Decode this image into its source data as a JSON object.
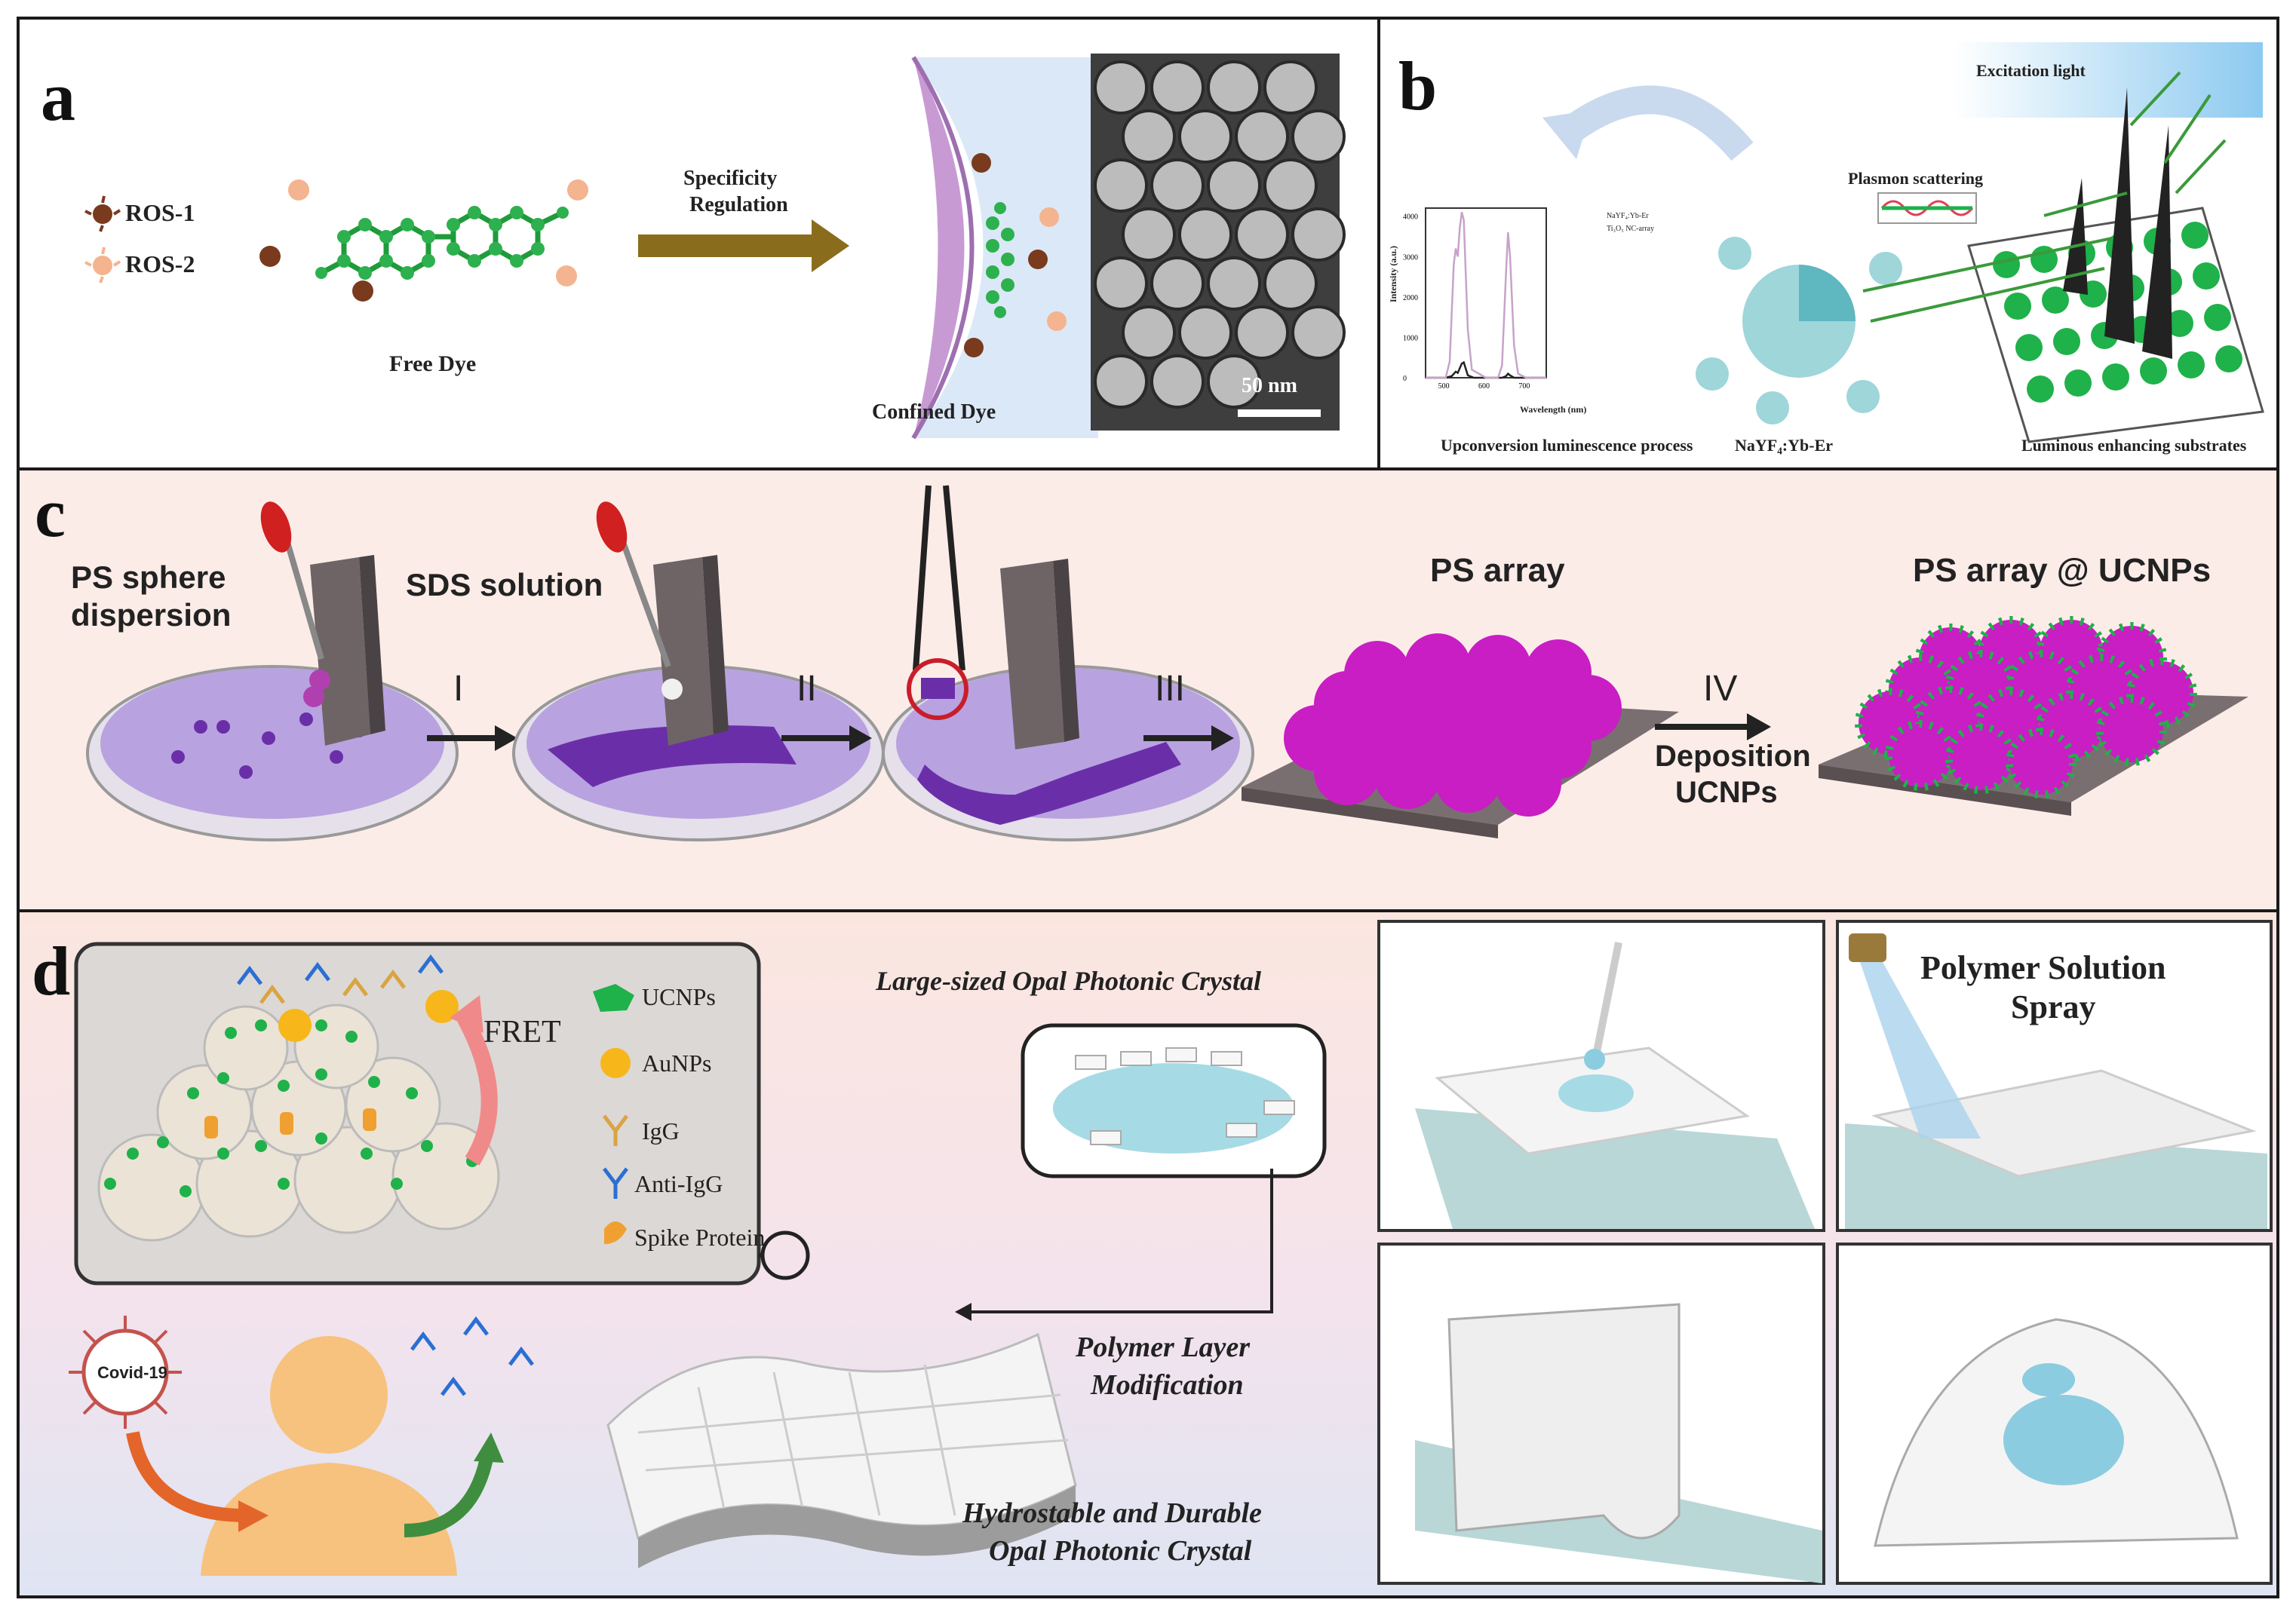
{
  "panel_a": {
    "letter": "a",
    "legend": [
      "ROS-1",
      "ROS-2"
    ],
    "free_dye": "Free Dye",
    "arrow_label_1": "Specificity",
    "arrow_label_2": "Regulation",
    "confined_dye": "Confined Dye",
    "scale_bar": "50 nm"
  },
  "panel_b": {
    "letter": "b",
    "excitation": "Excitation light",
    "plasmon": "Plasmon scattering",
    "caption_left": "Upconversion luminescence process",
    "caption_mid": "NaYF₄:Yb-Er",
    "caption_right": "Luminous enhancing substrates",
    "chart_ylabel": "Intensity (a.u.)",
    "chart_xlabel": "Wavelength (nm)",
    "chart_legend": [
      "NaYF₄:Yb-Er",
      "Ti₃O₅ NC-array"
    ]
  },
  "chart_data": {
    "type": "line",
    "xlabel": "Wavelength (nm)",
    "ylabel": "Intensity (a.u.)",
    "xlim": [
      450,
      750
    ],
    "ylim": [
      0,
      4200
    ],
    "x_ticks": [
      500,
      600,
      700
    ],
    "y_ticks": [
      0,
      1000,
      2000,
      3000,
      4000
    ],
    "series": [
      {
        "name": "NaYF₄:Yb-Er",
        "color": "#222222",
        "x": [
          450,
          500,
          515,
          525,
          530,
          540,
          545,
          555,
          570,
          600,
          640,
          650,
          655,
          660,
          670,
          700,
          750
        ],
        "y": [
          0,
          0,
          40,
          150,
          120,
          350,
          380,
          60,
          0,
          0,
          0,
          40,
          100,
          60,
          0,
          0,
          0
        ]
      },
      {
        "name": "Ti₃O₅ NC-array",
        "color": "#c7a3c9",
        "x": [
          450,
          500,
          510,
          520,
          525,
          530,
          535,
          540,
          545,
          555,
          565,
          600,
          630,
          640,
          650,
          655,
          660,
          670,
          680,
          700,
          750
        ],
        "y": [
          0,
          0,
          400,
          2800,
          3200,
          3000,
          3700,
          4100,
          3900,
          1200,
          200,
          0,
          0,
          300,
          2600,
          3600,
          3000,
          800,
          100,
          0,
          0
        ]
      }
    ]
  },
  "panel_c": {
    "letter": "c",
    "label_ps_1": "PS sphere",
    "label_ps_2": "dispersion",
    "label_sds": "SDS solution",
    "label_ps_array": "PS array",
    "label_ps_ucnps": "PS array @ UCNPs",
    "steps": [
      "I",
      "II",
      "III",
      "IV"
    ],
    "deposition_1": "Deposition",
    "deposition_2": "UCNPs"
  },
  "panel_d": {
    "letter": "d",
    "legend": [
      "UCNPs",
      "AuNPs",
      "IgG",
      "Anti-IgG",
      "Spike Protein"
    ],
    "fret": "FRET",
    "large_sized": "Large-sized Opal Photonic Crystal",
    "polymer_layer_1": "Polymer Layer",
    "polymer_layer_2": "Modification",
    "hydrostable_1": "Hydrostable and Durable",
    "hydrostable_2": "Opal Photonic Crystal",
    "covid": "Covid-19",
    "spray_1": "Polymer Solution",
    "spray_2": "Spray"
  },
  "colors": {
    "ucnp_green": "#1fb14a",
    "ps_magenta": "#c81ec4",
    "dish_purple": "#b9a2e0",
    "panel_c_bg": "#fcece8",
    "arrow_brown": "#8a6d1c",
    "human_orange": "#f7c27e",
    "teal_substrate": "#b9d7d7"
  }
}
